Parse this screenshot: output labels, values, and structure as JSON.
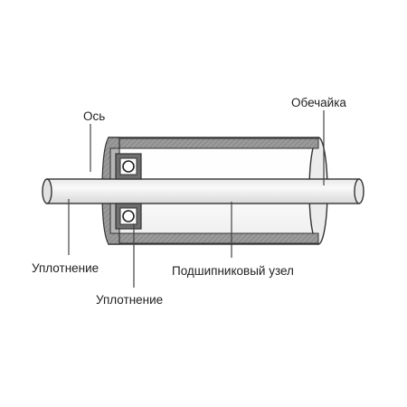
{
  "labels": {
    "axis": "Ось",
    "shell": "Обечайка",
    "seal_left": "Уплотнение",
    "seal_bottom": "Уплотнение",
    "bearing_unit": "Подшипниковый узел"
  },
  "colors": {
    "shell_hatch": "#8c8c8c",
    "shell_light": "#f7f7f7",
    "shaft_light": "#f3f3f3",
    "bearing_housing": "#6e6e6e",
    "bearing_ball": "#ffffff",
    "outline": "#333333"
  }
}
